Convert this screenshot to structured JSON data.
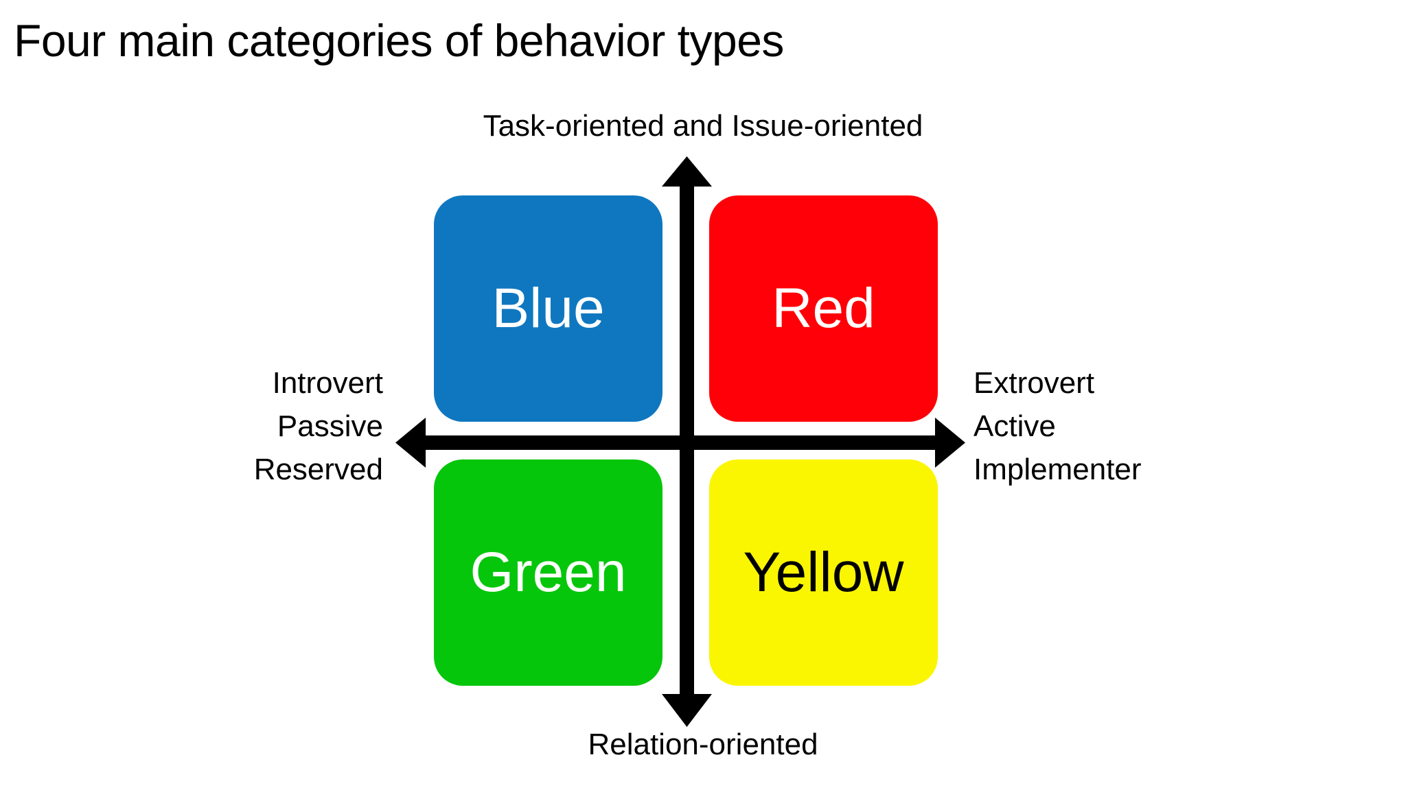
{
  "slide": {
    "title": "Four main categories of behavior types",
    "background_color": "#FFFFFF",
    "text_color": "#000000"
  },
  "axes": {
    "color": "#000000",
    "vertical": {
      "top_label": "Task-oriented and Issue-oriented",
      "bottom_label": "Relation-oriented"
    },
    "horizontal": {
      "left_labels": [
        "Introvert",
        "Passive",
        "Reserved"
      ],
      "right_labels": [
        "Extrovert",
        "Active",
        "Implementer"
      ]
    }
  },
  "quadrants": [
    {
      "id": "blue",
      "label": "Blue",
      "fill": "#0F77C0",
      "text_color": "#FFFFFF",
      "position": "top-left",
      "traits": [
        "Task-oriented and Issue-oriented",
        "Introvert",
        "Passive",
        "Reserved"
      ]
    },
    {
      "id": "red",
      "label": "Red",
      "fill": "#FF0008",
      "text_color": "#FFFFFF",
      "position": "top-right",
      "traits": [
        "Task-oriented and Issue-oriented",
        "Extrovert",
        "Active",
        "Implementer"
      ]
    },
    {
      "id": "green",
      "label": "Green",
      "fill": "#06C60B",
      "text_color": "#FFFFFF",
      "position": "bottom-left",
      "traits": [
        "Relation-oriented",
        "Introvert",
        "Passive",
        "Reserved"
      ]
    },
    {
      "id": "yellow",
      "label": "Yellow",
      "fill": "#FAF500",
      "text_color": "#000000",
      "position": "bottom-right",
      "traits": [
        "Relation-oriented",
        "Extrovert",
        "Active",
        "Implementer"
      ]
    }
  ]
}
